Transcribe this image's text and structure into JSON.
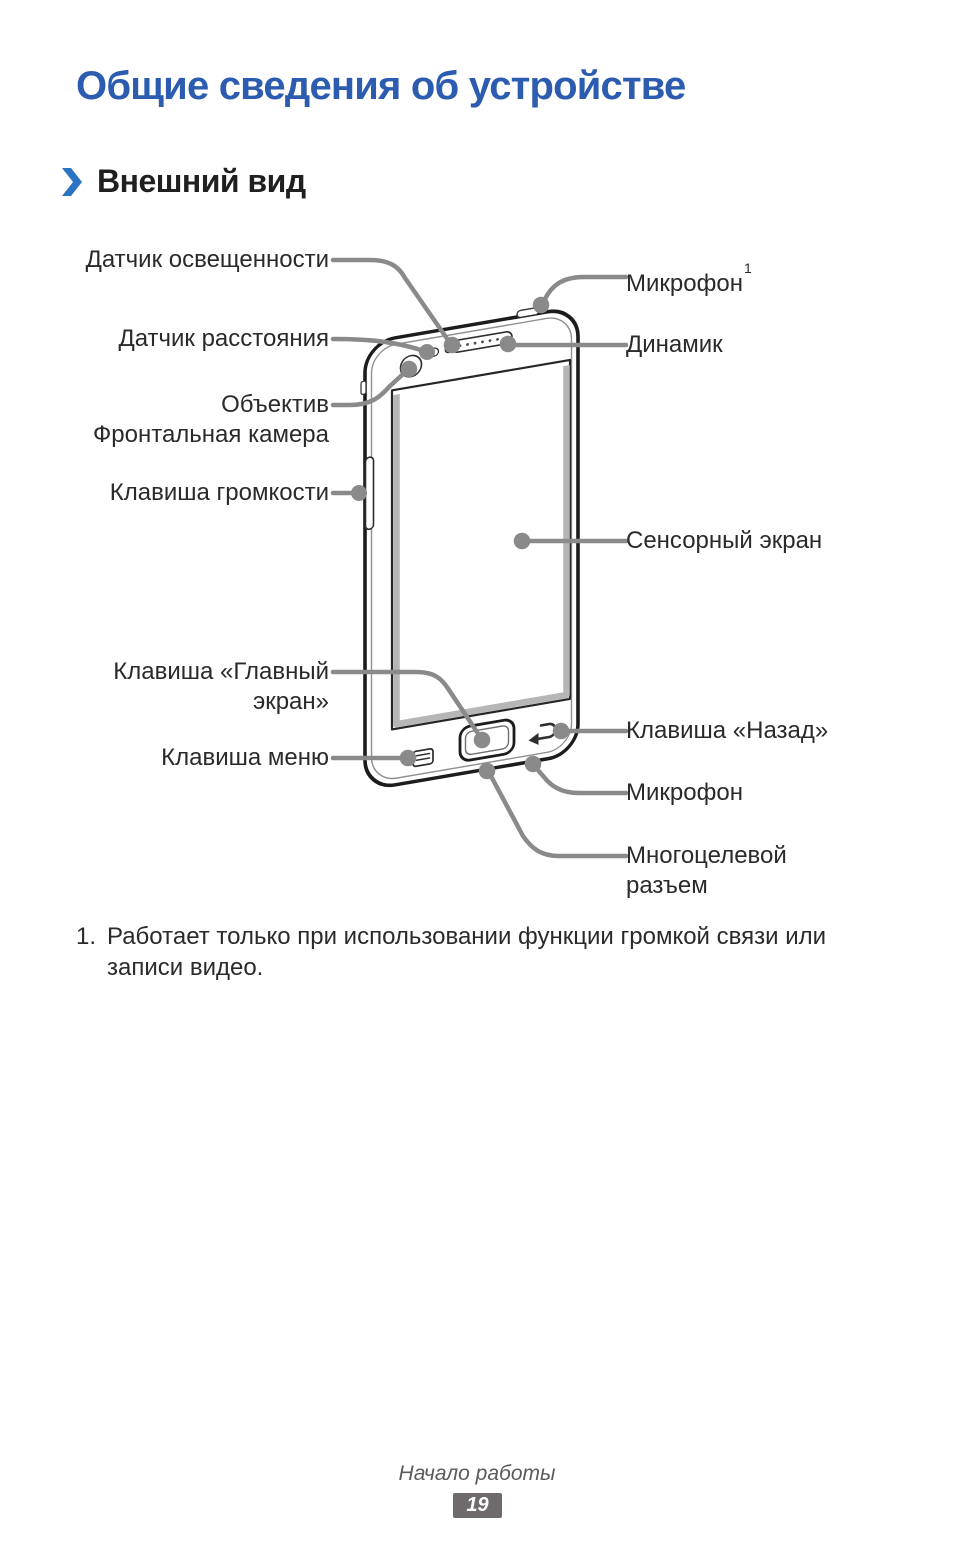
{
  "document": {
    "title": "Общие сведения об устройстве",
    "section_title": "Внешний вид",
    "footnote": {
      "number": "1.",
      "text": "Работает только при использовании функции громкой связи или записи видео."
    },
    "footer": {
      "breadcrumb": "Начало работы",
      "page_number": "19"
    }
  },
  "diagram": {
    "device": "smartphone-front-view",
    "labels_left": [
      {
        "id": "light-sensor",
        "text": "Датчик освещенности"
      },
      {
        "id": "proximity-sensor",
        "text": "Датчик расстояния"
      },
      {
        "id": "front-camera",
        "line1": "Объектив",
        "line2": "Фронтальная камера"
      },
      {
        "id": "volume-key",
        "text": "Клавиша громкости"
      },
      {
        "id": "home-key",
        "line1": "Клавиша «Главный",
        "line2": "экран»"
      },
      {
        "id": "menu-key",
        "text": "Клавиша меню"
      }
    ],
    "labels_right": [
      {
        "id": "microphone-top",
        "text": "Микрофон",
        "sup": "1"
      },
      {
        "id": "speaker",
        "text": "Динамик"
      },
      {
        "id": "touch-screen",
        "text": "Сенсорный экран"
      },
      {
        "id": "back-key",
        "text": "Клавиша «Назад»"
      },
      {
        "id": "microphone-bottom",
        "text": "Микрофон"
      },
      {
        "id": "multipurpose-jack",
        "line1": "Многоцелевой",
        "line2": "разъем"
      }
    ],
    "colors": {
      "title_blue": "#2b5cb0",
      "chevron_blue": "#2b74c4",
      "label_text": "#2a2a2a",
      "leader_gray": "#8a8a8a",
      "footer_gray": "#5c5a5a",
      "page_badge_bg": "#6f6b6c"
    }
  }
}
